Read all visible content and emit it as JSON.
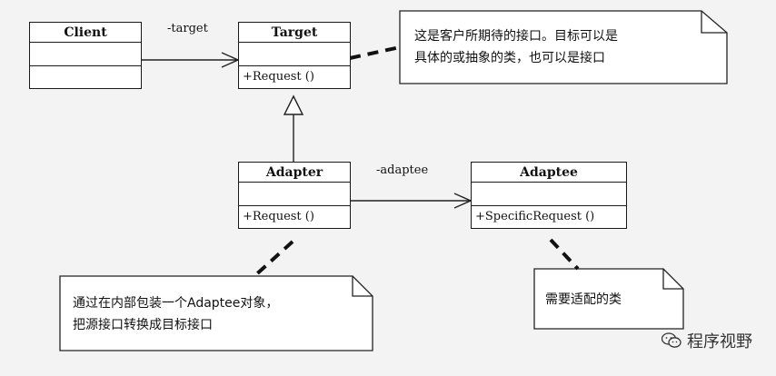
{
  "classes": {
    "client": {
      "name": "Client",
      "operation": ""
    },
    "target": {
      "name": "Target",
      "operation": "+Request ()"
    },
    "adapter": {
      "name": "Adapter",
      "operation": "+Request ()"
    },
    "adaptee": {
      "name": "Adaptee",
      "operation": "+SpecificRequest ()"
    }
  },
  "roles": {
    "client_to_target": "-target",
    "adapter_to_adaptee": "-adaptee"
  },
  "notes": {
    "target_note": [
      "这是客户所期待的接口。目标可以是",
      "具体的或抽象的类，也可以是接口"
    ],
    "adapter_note": [
      "通过在内部包装一个Adaptee对象，",
      "把源接口转换成目标接口"
    ],
    "adaptee_note": [
      "需要适配的类"
    ]
  },
  "watermark": {
    "text": "程序视野",
    "icon": "wechat-icon"
  }
}
